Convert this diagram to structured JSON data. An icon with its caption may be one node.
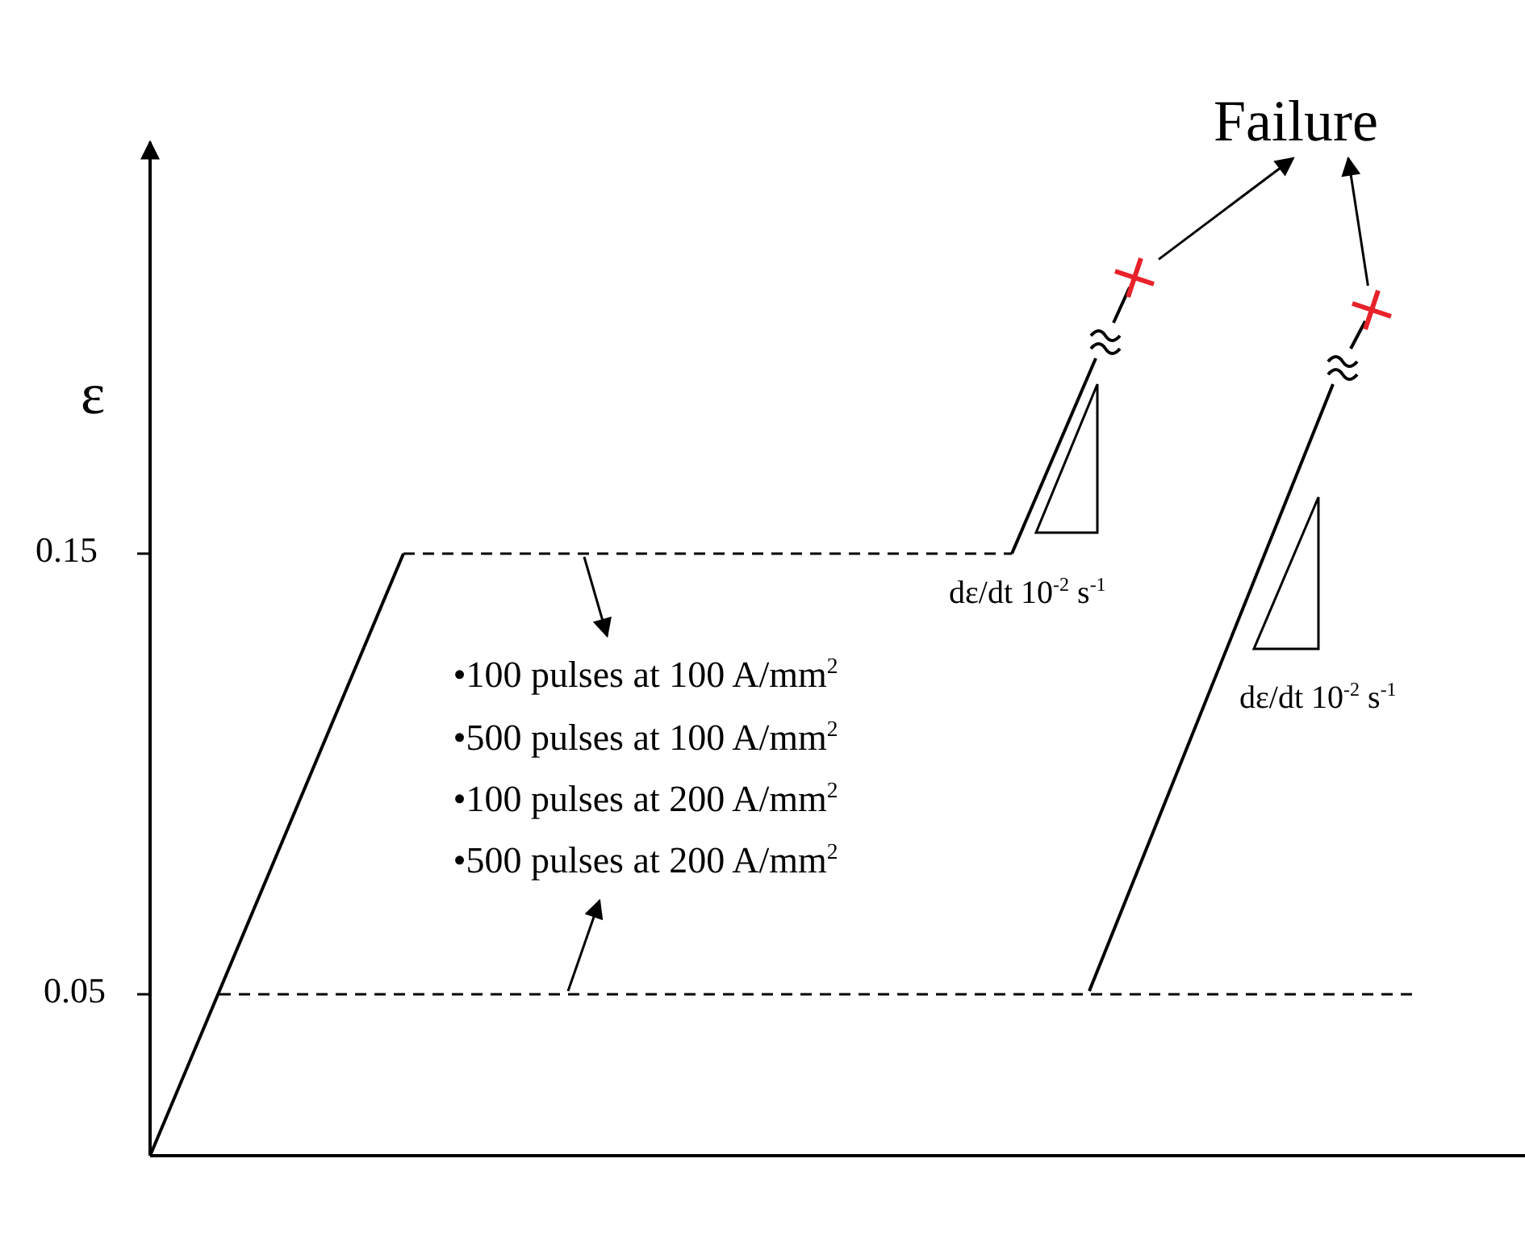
{
  "diagram": {
    "nodes": [
      {
        "text": [
          "•100 pulses at 100 A/mm$^{2}$",
          "•500 pulses at 100 A/mm$^{2}$",
          "•100 pulses at 200 A/mm$^{2}$",
          "•500 pulses at 200 A/mm$^{2}$"
        ]
      },
      {
        "text": [
          "Failure"
        ]
      },
      {
        "text": [],
        "shape": "cross"
      },
      {
        "text": [],
        "shape": "cross"
      }
    ],
    "edges": [
      {
        "from": null,
        "to": 0,
        "arrow": "to"
      },
      {
        "from": null,
        "to": 0,
        "arrow": "to"
      },
      {
        "from": 2,
        "to": 1,
        "arrow": "to"
      },
      {
        "from": 3,
        "to": 1,
        "arrow": "to"
      }
    ],
    "labels": [
      "ε",
      "0.15",
      "0.05",
      "dε/dt 10$^{-2}$ s$^{-1}$",
      "dε/dt 10$^{-2}$ s$^{-1}$"
    ]
  }
}
